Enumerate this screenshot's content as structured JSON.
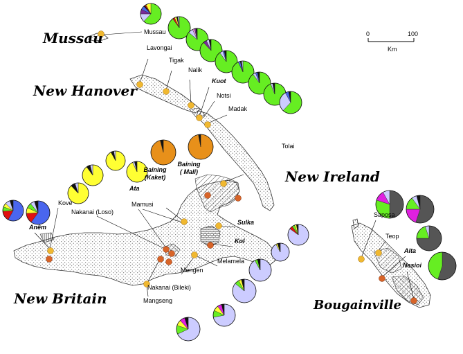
{
  "regions": {
    "mussau": "Mussau",
    "new_hanover": "New Hanover",
    "new_ireland": "New Ireland",
    "new_britain": "New Britain",
    "bougainville": "Bougainville"
  },
  "scale": {
    "zero": "0",
    "hundred": "100",
    "unit": "Km"
  },
  "languages": [
    {
      "key": "mussau",
      "label": "Mussau",
      "style": "plain"
    },
    {
      "key": "lavongai",
      "label": "Lavongai",
      "style": "plain"
    },
    {
      "key": "tigak",
      "label": "Tigak",
      "style": "plain"
    },
    {
      "key": "nalik",
      "label": "Nalik",
      "style": "plain"
    },
    {
      "key": "kuot",
      "label": "Kuot",
      "style": "bold"
    },
    {
      "key": "notsi",
      "label": "Notsi",
      "style": "plain"
    },
    {
      "key": "madak",
      "label": "Madak",
      "style": "plain"
    },
    {
      "key": "tolai",
      "label": "Tolai",
      "style": "plain"
    },
    {
      "key": "baining_kaket",
      "label": "Baining (Kaket)",
      "style": "bold"
    },
    {
      "key": "baining_mali",
      "label": "Baining ( Mali)",
      "style": "bold"
    },
    {
      "key": "ata",
      "label": "Ata",
      "style": "bold"
    },
    {
      "key": "mamusi",
      "label": "Mamusi",
      "style": "plain"
    },
    {
      "key": "nakanai_loso",
      "label": "Nakanai (Loso)",
      "style": "plain"
    },
    {
      "key": "kove",
      "label": "Kove",
      "style": "plain"
    },
    {
      "key": "anem",
      "label": "Anêm",
      "style": "bold"
    },
    {
      "key": "sulka",
      "label": "Sulka",
      "style": "bold"
    },
    {
      "key": "kol",
      "label": "Kol",
      "style": "bold"
    },
    {
      "key": "melamela",
      "label": "Melamela",
      "style": "plain"
    },
    {
      "key": "mengen",
      "label": "Mengen",
      "style": "plain"
    },
    {
      "key": "nakanai_bileki",
      "label": "Nakanai (Bileki)",
      "style": "plain"
    },
    {
      "key": "mangseng",
      "label": "Mangseng",
      "style": "plain"
    },
    {
      "key": "saposa",
      "label": "Saposa",
      "style": "plain"
    },
    {
      "key": "teop",
      "label": "Teop",
      "style": "plain"
    },
    {
      "key": "aita",
      "label": "Aita",
      "style": "bold"
    },
    {
      "key": "nasioi",
      "label": "Nasioi",
      "style": "bold"
    }
  ],
  "colors": {
    "green": "#66ee22",
    "yellow": "#ffff33",
    "orange": "#e8901a",
    "blue": "#4a66ee",
    "lavender": "#ccccff",
    "gray": "#777777",
    "darkgray": "#555555",
    "red": "#e01010",
    "magenta": "#e020e0",
    "purple": "#7a2a9a",
    "black": "#111111",
    "cyan": "#30c0d0",
    "pink": "#f0a0e0",
    "dot_yellow": "#f0b830",
    "dot_orange": "#d86428"
  },
  "pies": [
    {
      "key": "p1",
      "slices": [
        [
          "green",
          0.62
        ],
        [
          "lavender",
          0.13
        ],
        [
          "purple",
          0.07
        ],
        [
          "blue",
          0.06
        ],
        [
          "black",
          0.02
        ],
        [
          "red",
          0.02
        ],
        [
          "yellow",
          0.08
        ]
      ]
    },
    {
      "key": "p2",
      "slices": [
        [
          "green",
          0.9
        ],
        [
          "red",
          0.03
        ],
        [
          "yellow",
          0.03
        ],
        [
          "black",
          0.02
        ],
        [
          "lavender",
          0.02
        ]
      ]
    },
    {
      "key": "p3",
      "slices": [
        [
          "green",
          0.86
        ],
        [
          "lavender",
          0.07
        ],
        [
          "pink",
          0.03
        ],
        [
          "purple",
          0.02
        ],
        [
          "black",
          0.02
        ]
      ]
    },
    {
      "key": "p4",
      "slices": [
        [
          "green",
          0.88
        ],
        [
          "purple",
          0.05
        ],
        [
          "lavender",
          0.04
        ],
        [
          "black",
          0.03
        ]
      ]
    },
    {
      "key": "p5",
      "slices": [
        [
          "green",
          0.9
        ],
        [
          "lavender",
          0.05
        ],
        [
          "blue",
          0.02
        ],
        [
          "black",
          0.03
        ]
      ]
    },
    {
      "key": "p6",
      "slices": [
        [
          "green",
          0.93
        ],
        [
          "blue",
          0.03
        ],
        [
          "black",
          0.02
        ],
        [
          "lavender",
          0.02
        ]
      ]
    },
    {
      "key": "p7",
      "slices": [
        [
          "green",
          0.9
        ],
        [
          "lavender",
          0.04
        ],
        [
          "blue",
          0.03
        ],
        [
          "black",
          0.03
        ]
      ]
    },
    {
      "key": "p8",
      "slices": [
        [
          "green",
          0.94
        ],
        [
          "lavender",
          0.03
        ],
        [
          "black",
          0.03
        ]
      ]
    },
    {
      "key": "p9",
      "slices": [
        [
          "green",
          0.62
        ],
        [
          "lavender",
          0.3
        ],
        [
          "blue",
          0.05
        ],
        [
          "black",
          0.03
        ]
      ]
    },
    {
      "key": "p10",
      "slices": [
        [
          "orange",
          0.96
        ],
        [
          "black",
          0.04
        ]
      ]
    },
    {
      "key": "p11",
      "slices": [
        [
          "orange",
          0.97
        ],
        [
          "black",
          0.03
        ]
      ]
    },
    {
      "key": "p12",
      "slices": [
        [
          "yellow",
          0.93
        ],
        [
          "lavender",
          0.03
        ],
        [
          "black",
          0.04
        ]
      ]
    },
    {
      "key": "p13",
      "slices": [
        [
          "yellow",
          0.92
        ],
        [
          "black",
          0.05
        ],
        [
          "lavender",
          0.03
        ]
      ]
    },
    {
      "key": "p14",
      "slices": [
        [
          "yellow",
          0.9
        ],
        [
          "black",
          0.06
        ],
        [
          "lavender",
          0.04
        ]
      ]
    },
    {
      "key": "p15",
      "slices": [
        [
          "yellow",
          0.88
        ],
        [
          "black",
          0.07
        ],
        [
          "lavender",
          0.05
        ]
      ]
    },
    {
      "key": "p16",
      "slices": [
        [
          "blue",
          0.58
        ],
        [
          "red",
          0.16
        ],
        [
          "green",
          0.07
        ],
        [
          "yellow",
          0.06
        ],
        [
          "lavender",
          0.08
        ],
        [
          "black",
          0.05
        ]
      ]
    },
    {
      "key": "p17",
      "slices": [
        [
          "blue",
          0.6
        ],
        [
          "red",
          0.14
        ],
        [
          "yellow",
          0.08
        ],
        [
          "green",
          0.07
        ],
        [
          "lavender",
          0.06
        ],
        [
          "black",
          0.05
        ]
      ]
    },
    {
      "key": "p18",
      "slices": [
        [
          "lavender",
          0.85
        ],
        [
          "red",
          0.05
        ],
        [
          "green",
          0.04
        ],
        [
          "yellow",
          0.03
        ],
        [
          "black",
          0.03
        ]
      ]
    },
    {
      "key": "p19",
      "slices": [
        [
          "lavender",
          0.92
        ],
        [
          "yellow",
          0.03
        ],
        [
          "black",
          0.05
        ]
      ]
    },
    {
      "key": "p20",
      "slices": [
        [
          "lavender",
          0.92
        ],
        [
          "green",
          0.04
        ],
        [
          "black",
          0.04
        ]
      ]
    },
    {
      "key": "p21",
      "slices": [
        [
          "lavender",
          0.86
        ],
        [
          "green",
          0.06
        ],
        [
          "yellow",
          0.04
        ],
        [
          "black",
          0.04
        ]
      ]
    },
    {
      "key": "p22",
      "slices": [
        [
          "lavender",
          0.72
        ],
        [
          "green",
          0.1
        ],
        [
          "yellow",
          0.08
        ],
        [
          "magenta",
          0.06
        ],
        [
          "black",
          0.04
        ]
      ]
    },
    {
      "key": "p23",
      "slices": [
        [
          "lavender",
          0.68
        ],
        [
          "green",
          0.12
        ],
        [
          "yellow",
          0.08
        ],
        [
          "magenta",
          0.07
        ],
        [
          "black",
          0.05
        ]
      ]
    },
    {
      "key": "p24",
      "slices": [
        [
          "darkgray",
          0.5
        ],
        [
          "green",
          0.3
        ],
        [
          "magenta",
          0.12
        ],
        [
          "lavender",
          0.08
        ]
      ]
    },
    {
      "key": "p25",
      "slices": [
        [
          "darkgray",
          0.55
        ],
        [
          "magenta",
          0.2
        ],
        [
          "green",
          0.15
        ],
        [
          "lavender",
          0.06
        ],
        [
          "black",
          0.04
        ]
      ]
    },
    {
      "key": "p26",
      "slices": [
        [
          "darkgray",
          0.75
        ],
        [
          "green",
          0.2
        ],
        [
          "lavender",
          0.05
        ]
      ]
    },
    {
      "key": "p27",
      "slices": [
        [
          "darkgray",
          0.55
        ],
        [
          "green",
          0.45
        ]
      ]
    }
  ]
}
